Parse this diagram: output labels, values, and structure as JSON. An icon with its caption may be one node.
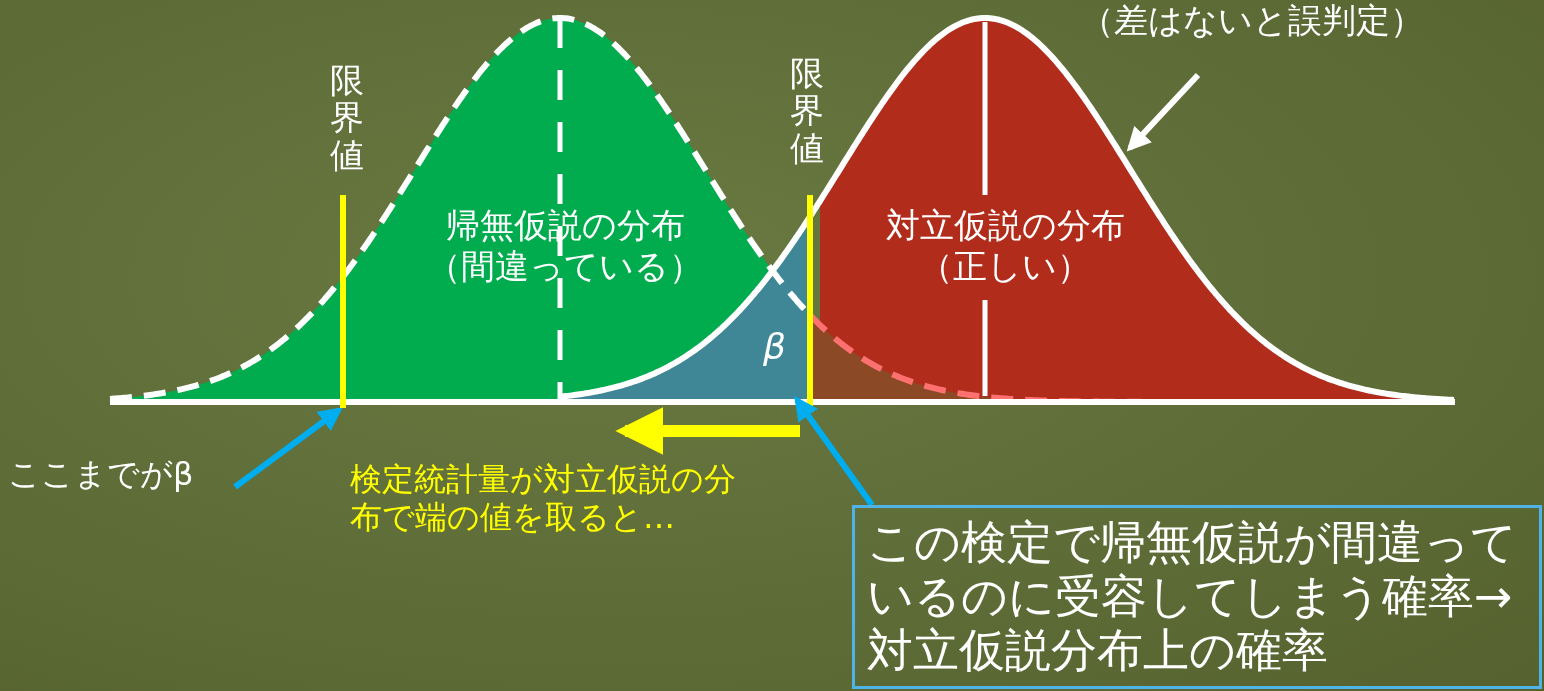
{
  "diagram": {
    "nodes": [
      {
        "text": [
          "帰無仮説の分布",
          "（間違っている）"
        ]
      },
      {
        "text": [
          "対立仮説の分布",
          "（正しい）"
        ]
      },
      {
        "text": [
          "（差はないと誤判定）"
        ]
      },
      {
        "text": [
          "限界値"
        ]
      },
      {
        "text": [
          "限界値"
        ]
      },
      {
        "text": [
          "β"
        ]
      },
      {
        "text": [
          "ここまでがβ"
        ]
      },
      {
        "text": [
          "検定統計量が対立仮説の分布で端の値を取ると…"
        ]
      },
      {
        "text": [
          "この検定で帰無仮説が間違っているのに受容してしまう確率→対立仮説分布上の確率"
        ]
      },
      {
        "text": [],
        "shape": "bar"
      }
    ],
    "edges": [
      {
        "from": 2,
        "to": 1,
        "arrow": "to",
        "color": "#ffffff"
      },
      {
        "from": 6,
        "to": 9,
        "arrow": "to",
        "color": "#00aeef"
      },
      {
        "from": 8,
        "to": 5,
        "arrow": "to",
        "color": "#00aeef"
      }
    ]
  }
}
